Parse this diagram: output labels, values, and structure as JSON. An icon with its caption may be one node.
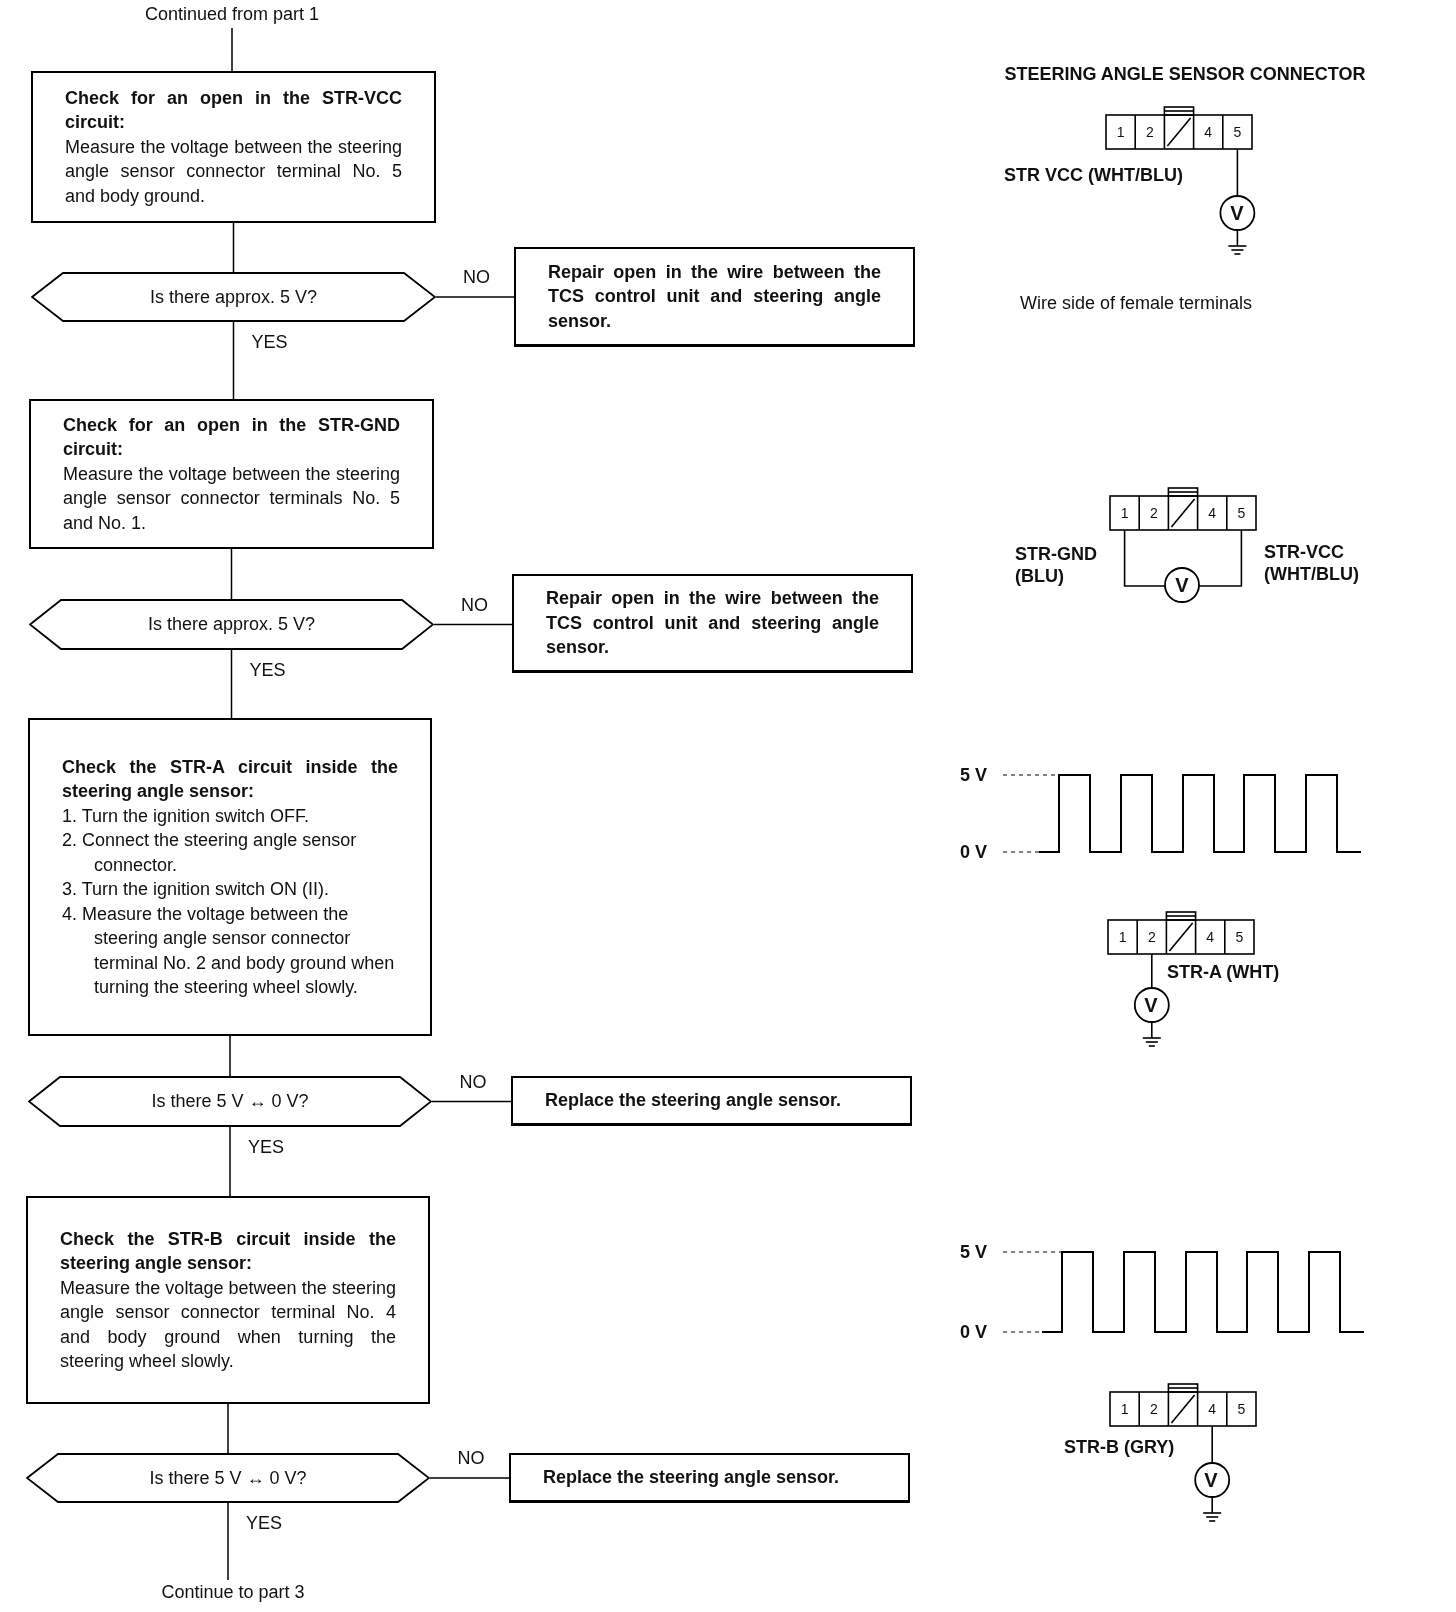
{
  "diagram": {
    "nodes": [
      {
        "text": [
          "Continued from part 1"
        ]
      },
      {
        "text": [
          "Check for an open in the STR-VCC circuit:",
          "Measure the voltage between the steering angle sensor connector terminal No. 5 and body ground."
        ]
      },
      {
        "text": [
          "Is there approx. 5 V?"
        ]
      },
      {
        "text": [
          "Repair open in the wire between the TCS control unit and steering angle sensor."
        ]
      },
      {
        "text": [
          "Check for an open in the STR-GND circuit:",
          "Measure the voltage between the steering angle sensor connector terminals No. 5 and No. 1."
        ]
      },
      {
        "text": [
          "Is there approx. 5 V?"
        ]
      },
      {
        "text": [
          "Repair open in the wire between the TCS control unit and steering angle sensor."
        ]
      },
      {
        "text": [
          "Check the STR-A circuit inside the steering angle sensor:",
          "1. Turn the ignition switch OFF.",
          "2. Connect the steering angle sensor connector.",
          "3. Turn the ignition switch ON (II).",
          "4. Measure the voltage between the steering angle sensor connector terminal No. 2 and body ground when turning the steering wheel slowly."
        ]
      },
      {
        "text": [
          "Is there 5 V ↔ 0 V?"
        ]
      },
      {
        "text": [
          "Replace the steering angle sensor."
        ]
      },
      {
        "text": [
          "Check the STR-B circuit inside the steering angle sensor:",
          "Measure the voltage between the steering angle sensor connector terminal No. 4 and body ground when turning the steering wheel slowly."
        ]
      },
      {
        "text": [
          "Is there 5 V ↔ 0 V?"
        ]
      },
      {
        "text": [
          "Replace the steering angle sensor."
        ]
      },
      {
        "text": [
          "Continue to part 3"
        ]
      }
    ],
    "edges": [
      {
        "from": 0,
        "to": 1,
        "arrow": "none"
      },
      {
        "from": 1,
        "to": 2,
        "arrow": "none"
      },
      {
        "from": 2,
        "to": 3,
        "arrow": "none",
        "label": "NO"
      },
      {
        "from": 2,
        "to": 4,
        "arrow": "none",
        "label": "YES"
      },
      {
        "from": 4,
        "to": 5,
        "arrow": "none"
      },
      {
        "from": 5,
        "to": 6,
        "arrow": "none",
        "label": "NO"
      },
      {
        "from": 5,
        "to": 7,
        "arrow": "none",
        "label": "YES"
      },
      {
        "from": 7,
        "to": 8,
        "arrow": "none"
      },
      {
        "from": 8,
        "to": 9,
        "arrow": "none",
        "label": "NO"
      },
      {
        "from": 8,
        "to": 10,
        "arrow": "none",
        "label": "YES"
      },
      {
        "from": 10,
        "to": 11,
        "arrow": "none"
      },
      {
        "from": 11,
        "to": 12,
        "arrow": "none",
        "label": "NO"
      },
      {
        "from": 11,
        "to": 13,
        "arrow": "none",
        "label": "YES"
      }
    ],
    "labels": [
      "STEERING ANGLE SENSOR CONNECTOR",
      "1",
      "2",
      "4",
      "5",
      "STR VCC (WHT/BLU)",
      "V",
      "Wire side of female terminals",
      "1",
      "2",
      "4",
      "5",
      "STR-GND (BLU)",
      "STR-VCC (WHT/BLU)",
      "V",
      "5 V",
      "0 V",
      "1",
      "2",
      "4",
      "5",
      "STR-A (WHT)",
      "V",
      "5 V",
      "0 V",
      "1",
      "2",
      "4",
      "5",
      "STR-B (GRY)",
      "V"
    ]
  }
}
